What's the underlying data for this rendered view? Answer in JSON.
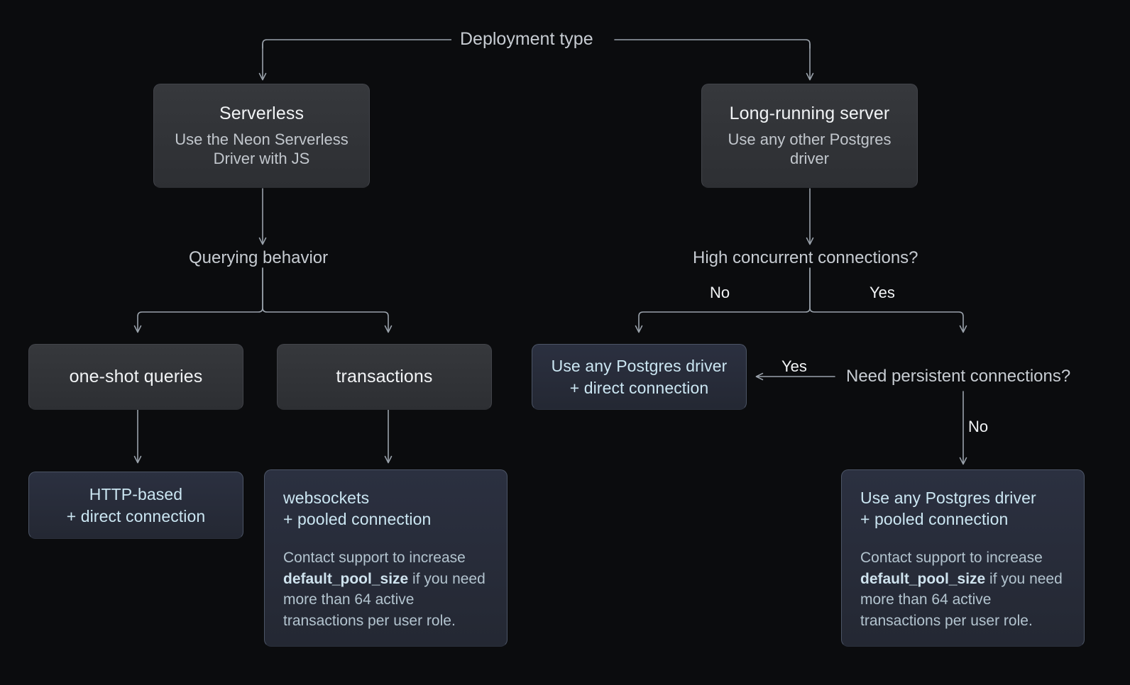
{
  "diagram": {
    "title": "Deployment type",
    "background_color": "#0b0c0e",
    "wire_color": "#9aa2ab",
    "accent_text_color": "#cbe6f2"
  },
  "nodes": {
    "serverless": {
      "title": "Serverless",
      "subtitle": "Use the Neon Serverless\nDriver with JS"
    },
    "long_running": {
      "title": "Long-running server",
      "subtitle": "Use any other Postgres\ndriver"
    },
    "one_shot": {
      "title": "one-shot queries"
    },
    "transactions": {
      "title": "transactions"
    },
    "http_direct": {
      "title": "HTTP-based\n+ direct connection"
    },
    "websockets_pooled": {
      "title": "websockets\n+ pooled connection",
      "note_before": "Contact support to increase ",
      "note_code": "default_pool_size",
      "note_after": " if you need more than 64 active transactions per user role."
    },
    "any_driver_direct": {
      "title": "Use any Postgres driver\n+ direct connection"
    },
    "any_driver_pooled": {
      "title": "Use any Postgres driver\n+ pooled connection",
      "note_before": "Contact support to increase ",
      "note_code": "default_pool_size",
      "note_after": " if you need more than 64 active transactions per user role."
    }
  },
  "decisions": {
    "querying_behavior": "Querying behavior",
    "high_concurrent": "High concurrent connections?",
    "need_persistent": "Need persistent connections?"
  },
  "edge_labels": {
    "concurrent_no": "No",
    "concurrent_yes": "Yes",
    "persistent_yes": "Yes",
    "persistent_no": "No"
  }
}
